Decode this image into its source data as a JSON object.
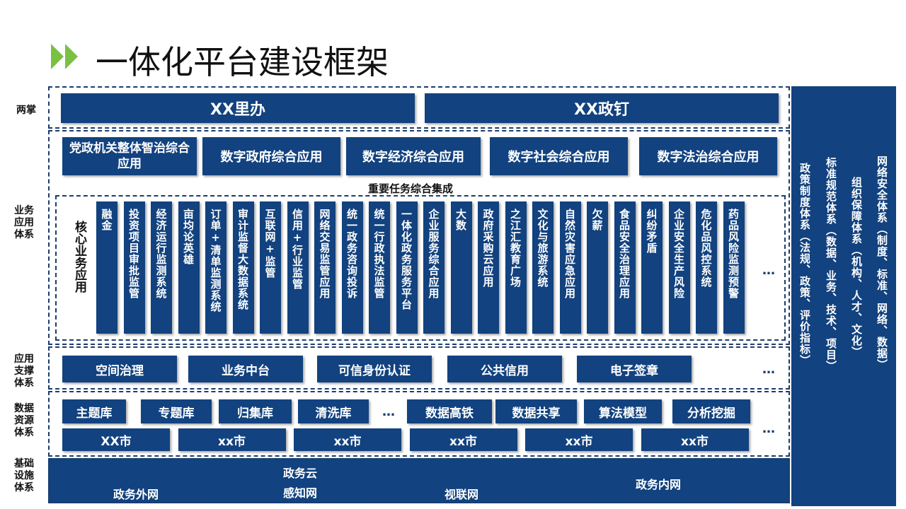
{
  "title": "一体化平台建设框架",
  "colors": {
    "primary": "#12427f",
    "accent": "#7ac143"
  },
  "layers": {
    "two_palms": "两掌",
    "business": "业务应用体系",
    "support": "应用支撑体系",
    "data": "数据资源体系",
    "infra": "基础设施体系"
  },
  "palms": [
    "XX里办",
    "XX政钉"
  ],
  "apps": [
    "党政机关整体智治综合应用",
    "数字政府综合应用",
    "数字经济综合应用",
    "数字社会综合应用",
    "数字法治综合应用"
  ],
  "integration_title": "重要任务综合集成",
  "core_label": "核心业务应用",
  "core_apps": [
    "融金",
    "投资项目审批监管",
    "经济运行监测系统",
    "亩均论英雄",
    "订单+清单监测系统",
    "审计监督大数据系统",
    "互联网+监管",
    "信用+行业监管",
    "网络交易监管应用",
    "统一政务咨询投诉",
    "统一行政执法监管",
    "一体化政务服务平台",
    "企业服务综合应用",
    "大数",
    "政府采购云应用",
    "之江汇教育广场",
    "文化与旅游系统",
    "自然灾害应急应用",
    "欠薪",
    "食品安全治理应用",
    "纠纷矛盾",
    "企业安全生产风险",
    "危化品风控系统",
    "药品风险监测预警"
  ],
  "ellipsis": "…",
  "support": [
    "空间治理",
    "业务中台",
    "可信身份认证",
    "公共信用",
    "电子签章"
  ],
  "data_row1": [
    "主题库",
    "专题库",
    "归集库",
    "清洗库",
    "数据高铁",
    "数据共享",
    "算法模型",
    "分析挖掘"
  ],
  "data_row2": [
    "XX市",
    "xx市",
    "xx市",
    "xx市",
    "xx市",
    "xx市"
  ],
  "infra": [
    "政务外网",
    "政务云",
    "感知网",
    "视联网",
    "政务内网"
  ],
  "side": [
    "网络安全体系（制度、标准、网络、数据）",
    "组织保障体系（机构、人才、文化）",
    "标准规范体系（数据、业务、技术、项目）",
    "政策制度体系（法规、政策、评价指标）"
  ]
}
